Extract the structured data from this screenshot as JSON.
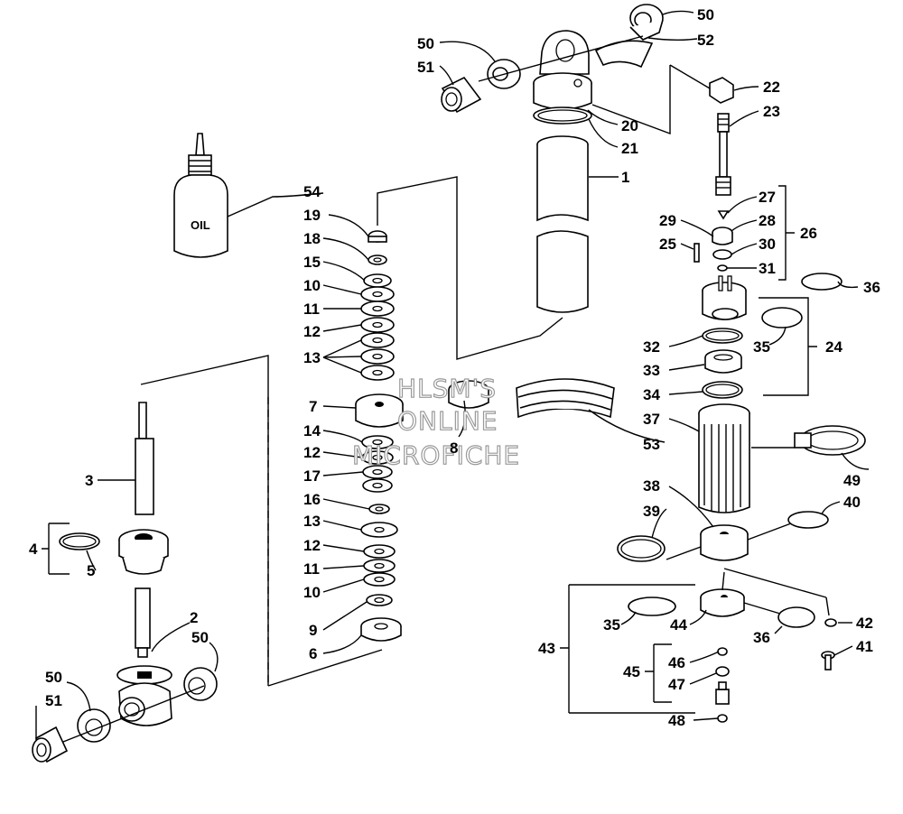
{
  "diagram": {
    "oil_label": "OIL",
    "watermark": [
      "HLSM'S",
      "ONLINE",
      "MICROFICHE"
    ],
    "callouts": {
      "c1": "1",
      "c2": "2",
      "c3": "3",
      "c4": "4",
      "c5": "5",
      "c6": "6",
      "c7": "7",
      "c8": "8",
      "c9": "9",
      "c10a": "10",
      "c10b": "10",
      "c11a": "11",
      "c11b": "11",
      "c12a": "12",
      "c12b": "12",
      "c12c": "12",
      "c13a": "13",
      "c13b": "13",
      "c14": "14",
      "c15": "15",
      "c16": "16",
      "c17": "17",
      "c18": "18",
      "c19": "19",
      "c20": "20",
      "c21": "21",
      "c22": "22",
      "c23": "23",
      "c24": "24",
      "c25": "25",
      "c26": "26",
      "c27": "27",
      "c28": "28",
      "c29": "29",
      "c30": "30",
      "c31": "31",
      "c32": "32",
      "c33": "33",
      "c34": "34",
      "c35a": "35",
      "c35b": "35",
      "c36a": "36",
      "c36b": "36",
      "c37": "37",
      "c38": "38",
      "c39": "39",
      "c40": "40",
      "c41": "41",
      "c42": "42",
      "c43": "43",
      "c44": "44",
      "c45": "45",
      "c46": "46",
      "c47": "47",
      "c48": "48",
      "c49": "49",
      "c50a": "50",
      "c50b": "50",
      "c50c": "50",
      "c50d": "50",
      "c51a": "51",
      "c51b": "51",
      "c52": "52",
      "c53": "53",
      "c54": "54"
    }
  }
}
